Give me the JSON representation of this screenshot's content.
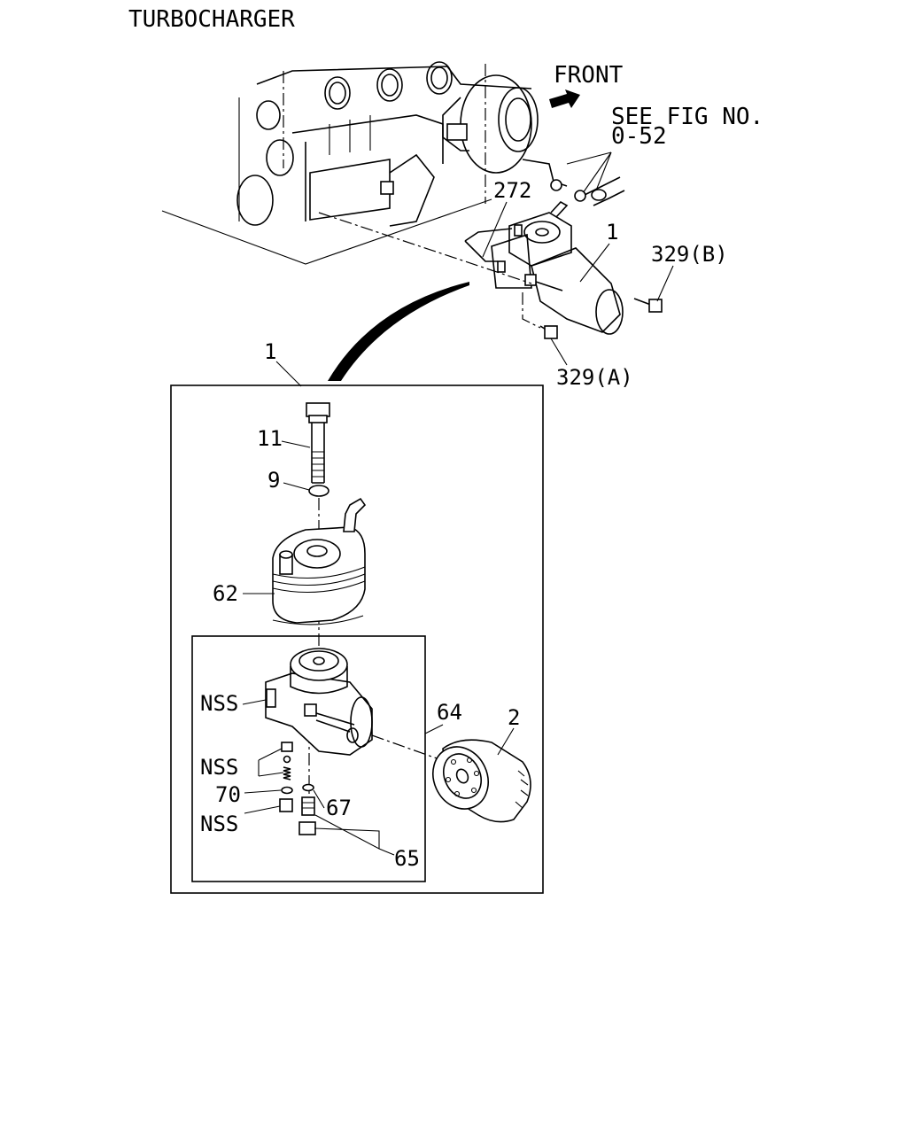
{
  "title": "TURBOCHARGER",
  "front_label": "FRONT",
  "see_fig": {
    "line1": "SEE FIG NO.",
    "line2": "0-52"
  },
  "callouts": {
    "p272": "272",
    "p1_top": "1",
    "p329b": "329(B)",
    "p329a": "329(A)",
    "p1_box": "1",
    "p11": "11",
    "p9": "9",
    "p62": "62",
    "nss1": "NSS",
    "p64": "64",
    "p2": "2",
    "nss2": "NSS",
    "p70": "70",
    "nss3": "NSS",
    "p67": "67",
    "p65": "65"
  }
}
